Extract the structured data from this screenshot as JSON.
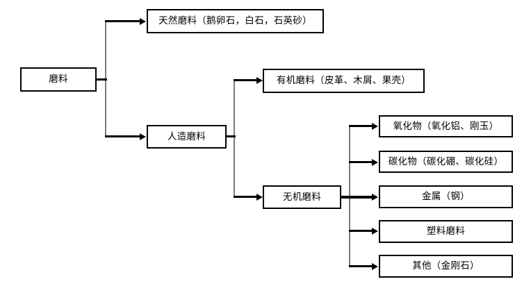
{
  "diagram": {
    "type": "hierarchy-tree",
    "orientation": "left-to-right",
    "title": "",
    "nodes": {
      "root": {
        "label": "磨料"
      },
      "natural": {
        "label": "天然磨料（鹅卵石，白石，石英砂）"
      },
      "artificial": {
        "label": "人造磨料"
      },
      "organic": {
        "label": "有机磨料（皮革、木屑、果壳）"
      },
      "inorganic": {
        "label": "无机磨料"
      },
      "oxide": {
        "label": "氧化物（氧化铝、刚玉）"
      },
      "carbide": {
        "label": "碳化物（碳化硼、碳化硅）"
      },
      "metal": {
        "label": "金属（钢）"
      },
      "plastic": {
        "label": "塑料磨料"
      },
      "other": {
        "label": "其他（金刚石）"
      }
    },
    "edges": [
      {
        "from": "root",
        "to": "natural"
      },
      {
        "from": "root",
        "to": "artificial"
      },
      {
        "from": "artificial",
        "to": "organic"
      },
      {
        "from": "artificial",
        "to": "inorganic"
      },
      {
        "from": "inorganic",
        "to": "oxide"
      },
      {
        "from": "inorganic",
        "to": "carbide"
      },
      {
        "from": "inorganic",
        "to": "metal"
      },
      {
        "from": "inorganic",
        "to": "plastic"
      },
      {
        "from": "inorganic",
        "to": "other"
      }
    ],
    "colors": {
      "box_border": "#000000",
      "box_fill": "#ffffff",
      "arrow": "#000000",
      "trunk": "#7a7a7a",
      "text": "#000000",
      "background": "#ffffff"
    }
  }
}
